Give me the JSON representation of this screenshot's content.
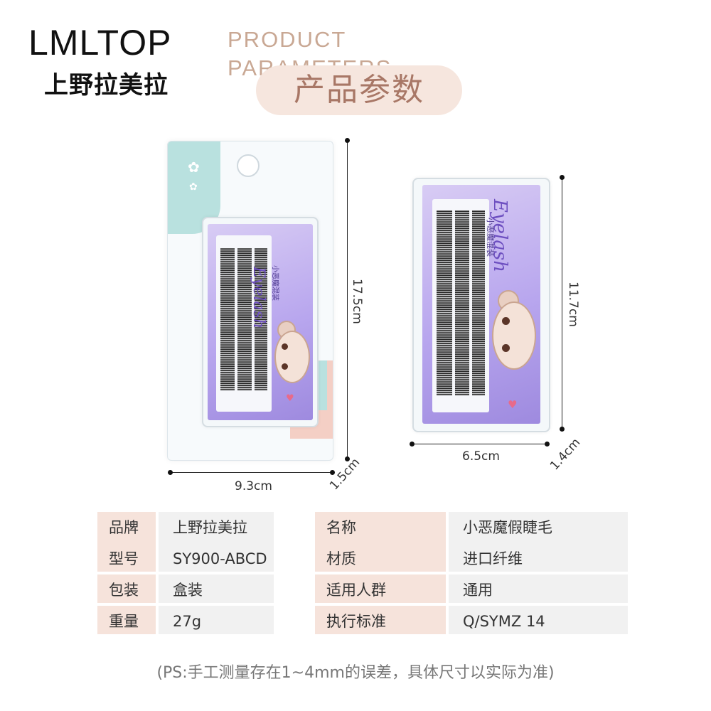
{
  "header": {
    "brand_en": "LMLTOP",
    "brand_cn": "上野拉美拉",
    "section_en": "PRODUCT PARAMETERS",
    "section_cn": "产品参数"
  },
  "product_left": {
    "card_word": "Eyelash",
    "card_cn": "小恶魔混装",
    "width_label": "9.3cm",
    "height_label": "17.5cm",
    "depth_label": "1.5cm"
  },
  "product_right": {
    "card_word": "Eyelash",
    "card_cn": "小恶魔混装",
    "width_label": "6.5cm",
    "height_label": "11.7cm",
    "depth_label": "1.4cm"
  },
  "specs": {
    "left": [
      {
        "key": "品牌",
        "value": "上野拉美拉"
      },
      {
        "key": "型号",
        "value": "SY900-ABCD"
      },
      {
        "key": "包装",
        "value": "盒装"
      },
      {
        "key": "重量",
        "value": "27g"
      }
    ],
    "right": [
      {
        "key": "名称",
        "value": "小恶魔假睫毛"
      },
      {
        "key": "材质",
        "value": "进口纤维"
      },
      {
        "key": "适用人群",
        "value": "通用"
      },
      {
        "key": "执行标准",
        "value": "Q/SYMZ 14"
      }
    ]
  },
  "note": "(PS:手工测量存在1~4mm的误差，具体尺寸以实际为准)",
  "colors": {
    "accent_pink": "#f6e6de",
    "accent_text": "#a87766",
    "card_purple": "#b8a6ee"
  }
}
